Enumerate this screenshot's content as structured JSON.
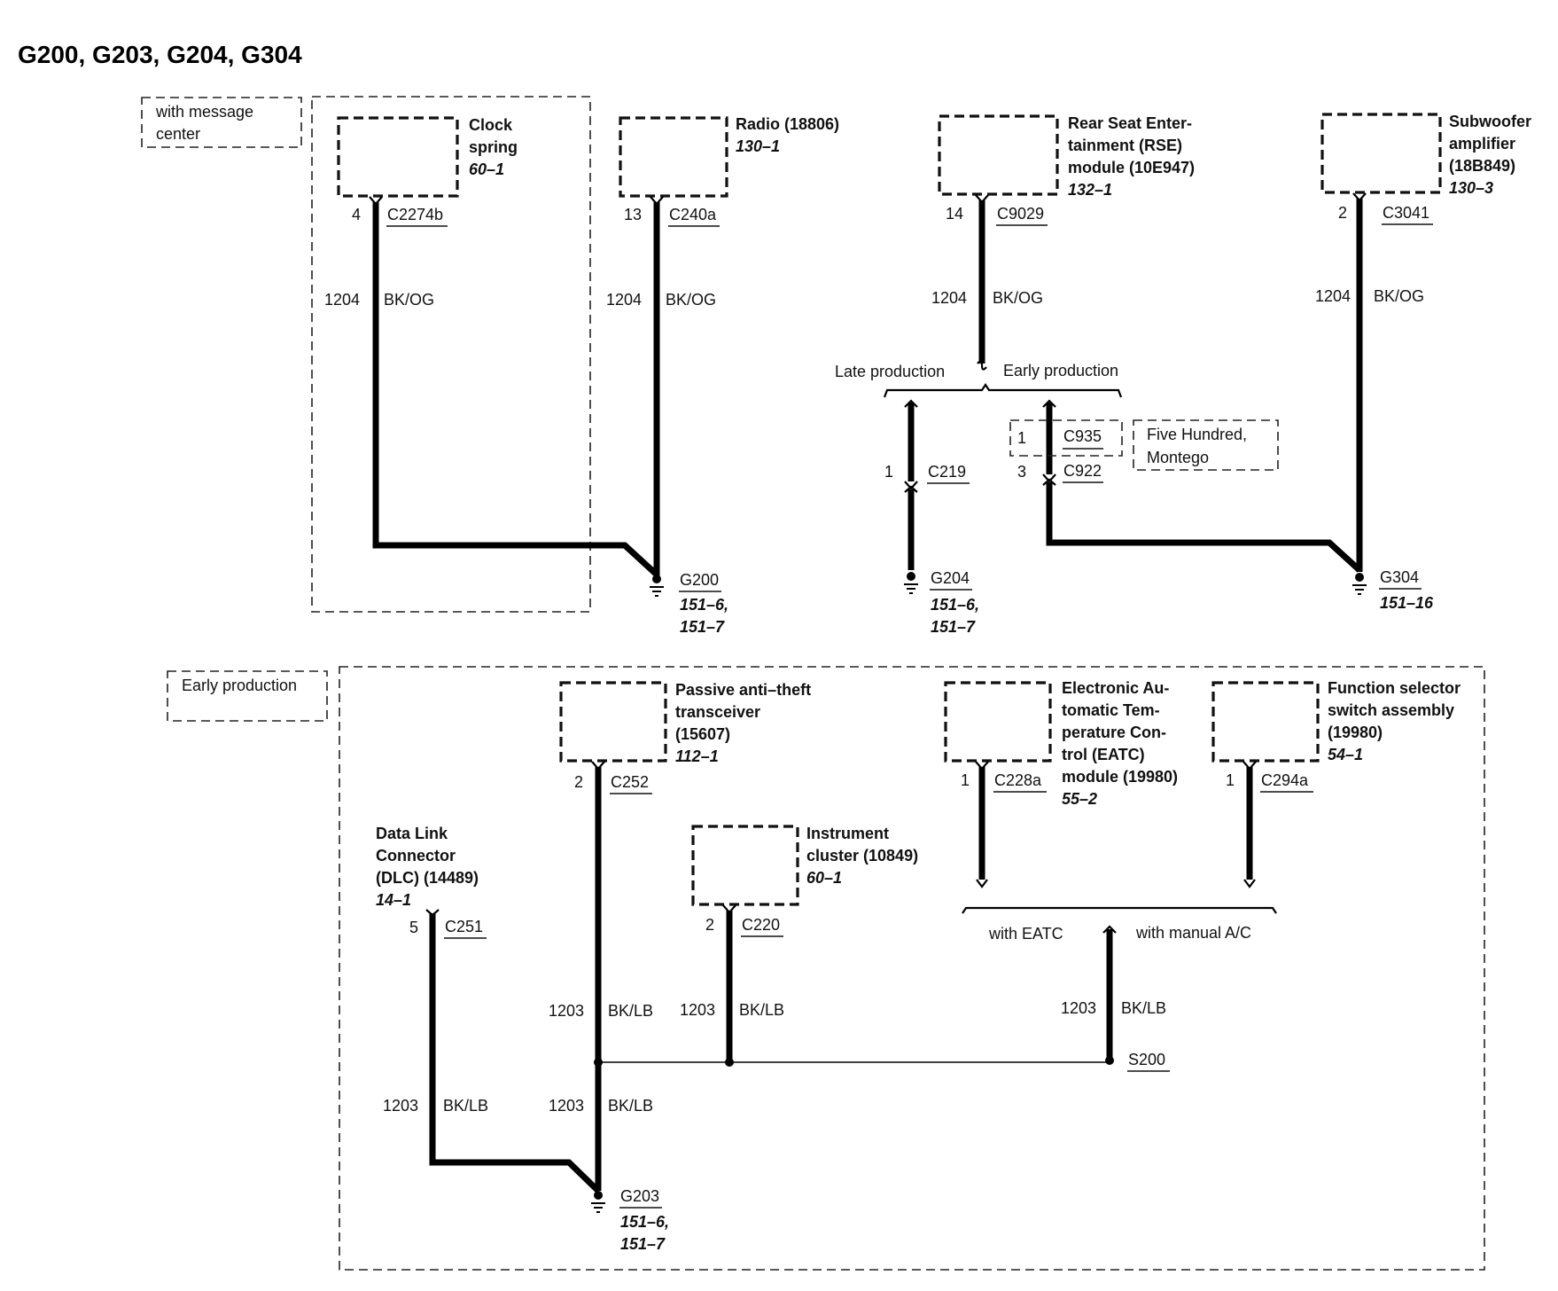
{
  "title": "G200, G203, G204, G304",
  "notes": {
    "with_message_center": [
      "with message",
      "center"
    ],
    "early_production_zone": "Early production",
    "five_hundred_montego": [
      "Five Hundred,",
      "Montego"
    ],
    "late_production": "Late production",
    "early_production_split": "Early production",
    "with_eatc": "with EATC",
    "with_manual_ac": "with manual A/C"
  },
  "components": {
    "clock_spring": {
      "name": [
        "Clock",
        "spring"
      ],
      "ref": "60–1",
      "pin": "4",
      "connector": "C2274b"
    },
    "radio": {
      "name": [
        "Radio (18806)"
      ],
      "ref": "130–1",
      "pin": "13",
      "connector": "C240a"
    },
    "rse_module": {
      "name": [
        "Rear Seat Enter-",
        "tainment (RSE)",
        "module (10E947)"
      ],
      "ref": "132–1",
      "pin": "14",
      "connector": "C9029"
    },
    "subwoofer": {
      "name": [
        "Subwoofer",
        "amplifier",
        "(18B849)"
      ],
      "ref": "130–3",
      "pin": "2",
      "connector": "C3041"
    },
    "pats": {
      "name": [
        "Passive anti–theft",
        "transceiver",
        "(15607)"
      ],
      "ref": "112–1",
      "pin": "2",
      "connector": "C252"
    },
    "instrument_cluster": {
      "name": [
        "Instrument",
        "cluster (10849)"
      ],
      "ref": "60–1",
      "pin": "2",
      "connector": "C220"
    },
    "eatc": {
      "name": [
        "Electronic Au-",
        "tomatic Tem-",
        "perature Con-",
        "trol (EATC)",
        "module (19980)"
      ],
      "ref": "55–2",
      "pin": "1",
      "connector": "C228a"
    },
    "function_selector": {
      "name": [
        "Function selector",
        "switch assembly",
        "(19980)"
      ],
      "ref": "54–1",
      "pin": "1",
      "connector": "C294a"
    },
    "dlc": {
      "name": [
        "Data Link",
        "Connector",
        "(DLC) (14489)"
      ],
      "ref": "14–1",
      "pin": "5",
      "connector": "C251"
    }
  },
  "inline_connectors": {
    "c219": {
      "pin": "1",
      "connector": "C219"
    },
    "c935": {
      "pin": "1",
      "connector": "C935"
    },
    "c922": {
      "pin": "3",
      "connector": "C922"
    }
  },
  "wires": {
    "circuit_1204": "1204",
    "color_1204": "BK/OG",
    "circuit_1203": "1203",
    "color_1203": "BK/LB"
  },
  "splice": {
    "label": "S200"
  },
  "grounds": {
    "g200": {
      "label": "G200",
      "refs": [
        "151–6,",
        "151–7"
      ]
    },
    "g204": {
      "label": "G204",
      "refs": [
        "151–6,",
        "151–7"
      ]
    },
    "g304": {
      "label": "G304",
      "refs": [
        "151–16"
      ]
    },
    "g203": {
      "label": "G203",
      "refs": [
        "151–6,",
        "151–7"
      ]
    }
  }
}
